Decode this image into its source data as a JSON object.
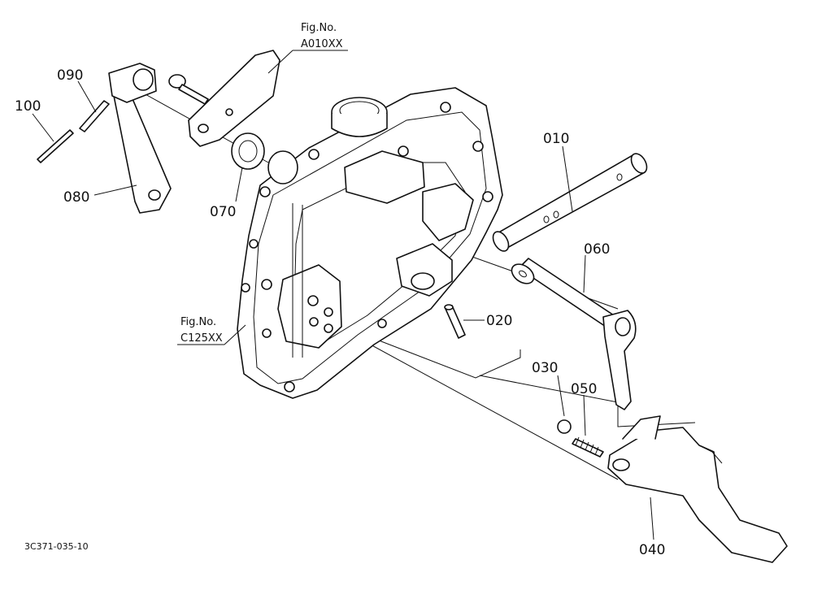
{
  "callouts": {
    "p010": "010",
    "p020": "020",
    "p030": "030",
    "p040": "040",
    "p050": "050",
    "p060": "060",
    "p070": "070",
    "p080": "080",
    "p090": "090",
    "p100": "100"
  },
  "figure_refs": {
    "top": {
      "label": "Fig.No.",
      "code": "A010XX"
    },
    "left": {
      "label": "Fig.No.",
      "code": "C125XX"
    }
  },
  "document_id": "3C371-035-10"
}
